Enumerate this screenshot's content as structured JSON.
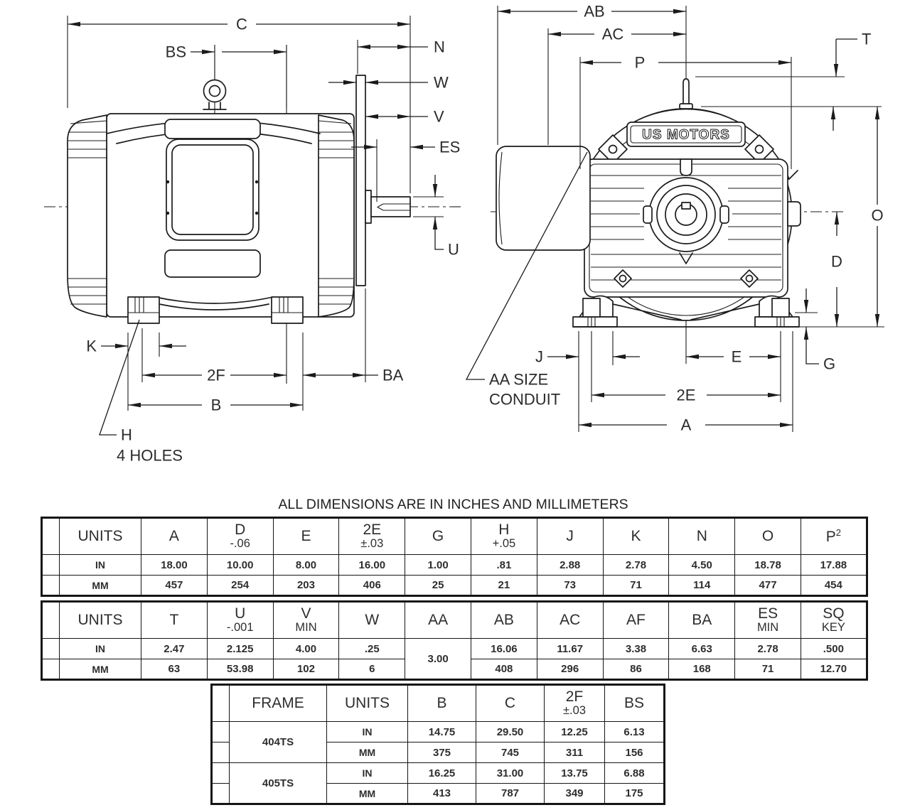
{
  "drawing": {
    "brand": "US MOTORS",
    "side": {
      "c": "C",
      "bs": "BS",
      "n": "N",
      "w": "W",
      "v": "V",
      "es": "ES",
      "u": "U",
      "k": "K",
      "f2": "2F",
      "ba": "BA",
      "b": "B",
      "h": "H",
      "h_note": "4 HOLES"
    },
    "front": {
      "ab": "AB",
      "ac": "AC",
      "p": "P",
      "t": "T",
      "o": "O",
      "d": "D",
      "g": "G",
      "j": "J",
      "e": "E",
      "e2": "2E",
      "a": "A",
      "conduit1": "AA SIZE",
      "conduit2": "CONDUIT"
    }
  },
  "note": "ALL DIMENSIONS ARE IN INCHES AND MILLIMETERS",
  "tables": {
    "t1": {
      "units_label": "UNITS",
      "cols": [
        {
          "l1": "A",
          "l2": ""
        },
        {
          "l1": "D",
          "l2": "-.06"
        },
        {
          "l1": "E",
          "l2": ""
        },
        {
          "l1": "2E",
          "l2": "±.03"
        },
        {
          "l1": "G",
          "l2": ""
        },
        {
          "l1": "H",
          "l2": "+.05"
        },
        {
          "l1": "J",
          "l2": ""
        },
        {
          "l1": "K",
          "l2": ""
        },
        {
          "l1": "N",
          "l2": ""
        },
        {
          "l1": "O",
          "l2": ""
        },
        {
          "l1": "P",
          "sup": "2",
          "l2": ""
        }
      ],
      "rows": [
        {
          "units": "IN",
          "values": [
            "18.00",
            "10.00",
            "8.00",
            "16.00",
            "1.00",
            ".81",
            "2.88",
            "2.78",
            "4.50",
            "18.78",
            "17.88"
          ]
        },
        {
          "units": "MM",
          "values": [
            "457",
            "254",
            "203",
            "406",
            "25",
            "21",
            "73",
            "71",
            "114",
            "477",
            "454"
          ]
        }
      ]
    },
    "t2": {
      "units_label": "UNITS",
      "cols": [
        {
          "l1": "T",
          "l2": ""
        },
        {
          "l1": "U",
          "l2": "-.001"
        },
        {
          "l1": "V",
          "l2": "MIN"
        },
        {
          "l1": "W",
          "l2": ""
        },
        {
          "l1": "AA",
          "l2": ""
        },
        {
          "l1": "AB",
          "l2": ""
        },
        {
          "l1": "AC",
          "l2": ""
        },
        {
          "l1": "AF",
          "l2": ""
        },
        {
          "l1": "BA",
          "l2": ""
        },
        {
          "l1": "ES",
          "l2": "MIN"
        },
        {
          "l1": "SQ",
          "l2": "KEY"
        }
      ],
      "merged_aa": "3.00",
      "rows": [
        {
          "units": "IN",
          "values": [
            "2.47",
            "2.125",
            "4.00",
            ".25",
            "16.06",
            "11.67",
            "3.38",
            "6.63",
            "2.78",
            ".500"
          ]
        },
        {
          "units": "MM",
          "values": [
            "63",
            "53.98",
            "102",
            "6",
            "408",
            "296",
            "86",
            "168",
            "71",
            "12.70"
          ]
        }
      ]
    },
    "t3": {
      "frame_label": "FRAME",
      "units_label": "UNITS",
      "cols": [
        {
          "l1": "B",
          "l2": ""
        },
        {
          "l1": "C",
          "l2": ""
        },
        {
          "l1": "2F",
          "l2": "±.03"
        },
        {
          "l1": "BS",
          "l2": ""
        }
      ],
      "groups": [
        {
          "frame": "404TS",
          "rows": [
            {
              "units": "IN",
              "values": [
                "14.75",
                "29.50",
                "12.25",
                "6.13"
              ]
            },
            {
              "units": "MM",
              "values": [
                "375",
                "745",
                "311",
                "156"
              ]
            }
          ]
        },
        {
          "frame": "405TS",
          "rows": [
            {
              "units": "IN",
              "values": [
                "16.25",
                "31.00",
                "13.75",
                "6.88"
              ]
            },
            {
              "units": "MM",
              "values": [
                "413",
                "787",
                "349",
                "175"
              ]
            }
          ]
        }
      ]
    }
  }
}
